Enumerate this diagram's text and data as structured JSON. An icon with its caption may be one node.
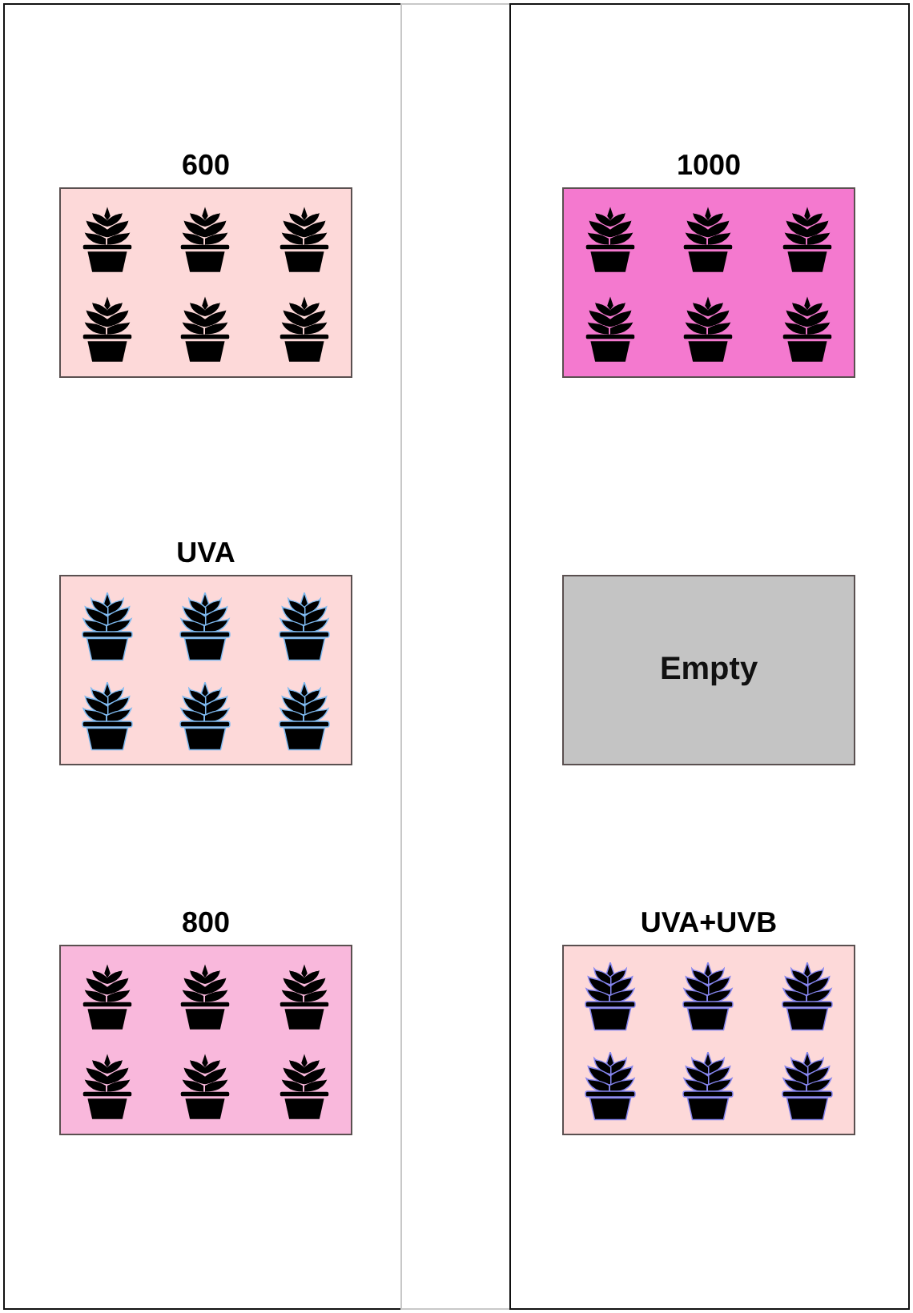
{
  "diagram": {
    "nodes": [
      {
        "text": [],
        "shape": "box"
      },
      {
        "text": [],
        "shape": "box"
      },
      {
        "text": [],
        "shape": "box"
      },
      {
        "text": [
          "600"
        ],
        "in": 0
      },
      {
        "text": [
          "1000"
        ],
        "in": 2
      },
      {
        "text": [
          "UVA"
        ],
        "in": 0
      },
      {
        "text": [
          "Empty"
        ],
        "in": 2
      },
      {
        "text": [
          "800"
        ],
        "in": 0
      },
      {
        "text": [
          "UVA+UVB"
        ],
        "in": 2
      }
    ]
  }
}
